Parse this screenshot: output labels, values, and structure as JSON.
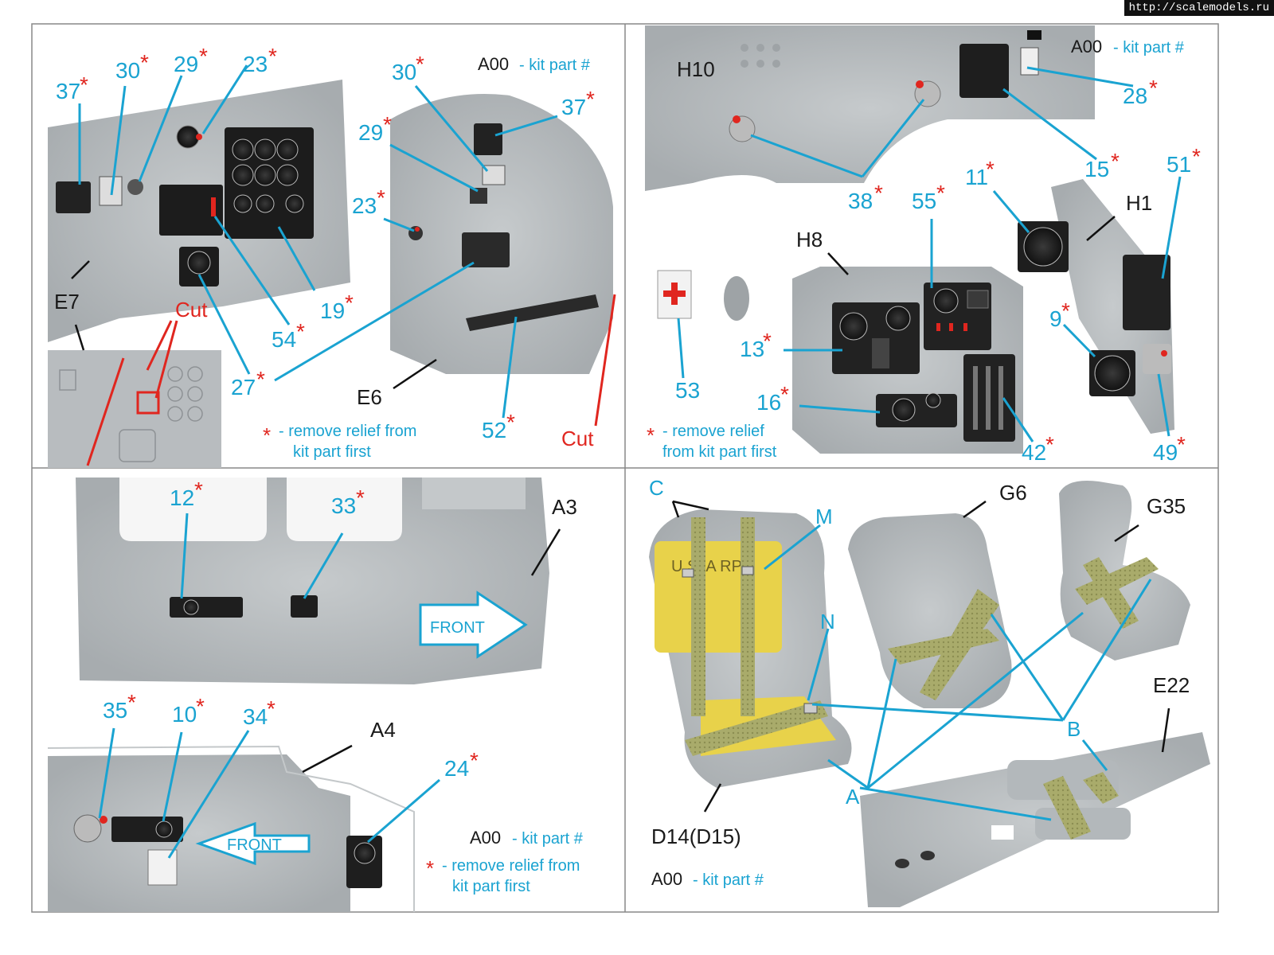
{
  "watermark": "http://scalemodels.ru",
  "legend": {
    "kit_code": "A00",
    "kit_text": "- kit part #",
    "remove_line1": "- remove relief from",
    "remove_line2": "kit part first",
    "remove_line1_b": "- remove relief",
    "remove_line2_b": "from kit part first"
  },
  "panel1": {
    "parts": {
      "p37": "37",
      "p30": "30",
      "p29": "29",
      "p23": "23",
      "p19": "19",
      "p54": "54",
      "p27": "27",
      "p30b": "30",
      "p37b": "37",
      "p29b": "29",
      "p23b": "23",
      "p52": "52"
    },
    "kit_labels": {
      "e7": "E7",
      "e6": "E6"
    },
    "cut": "Cut"
  },
  "panel2": {
    "parts": {
      "p28": "28",
      "p15": "15",
      "p38": "38",
      "p11": "11",
      "p55": "55",
      "p51": "51",
      "p9": "9",
      "p13": "13",
      "p16": "16",
      "p53": "53",
      "p42": "42",
      "p49": "49"
    },
    "kit_labels": {
      "h10": "H10",
      "h8": "H8",
      "h1": "H1"
    }
  },
  "panel3": {
    "parts": {
      "p12": "12",
      "p33": "33",
      "p35": "35",
      "p10": "10",
      "p34": "34",
      "p24": "24"
    },
    "kit_labels": {
      "a3": "A3",
      "a4": "A4"
    },
    "front": "FRONT"
  },
  "panel4": {
    "letters": {
      "c": "C",
      "m": "M",
      "n": "N",
      "b": "B",
      "a": "A"
    },
    "kit_labels": {
      "g6": "G6",
      "g35": "G35",
      "e22": "E22",
      "d14": "D14(D15)"
    },
    "seat_text": "U.S. A RPS"
  },
  "colors": {
    "cyan": "#1aa3d1",
    "red": "#e0261f",
    "grey": "#b9bec1",
    "harness": "#a7a96a",
    "pad": "#e8d24a"
  }
}
